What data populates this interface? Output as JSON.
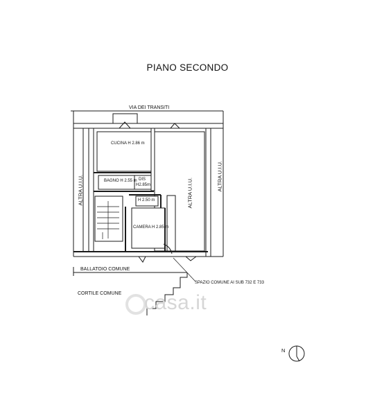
{
  "title": "PIANO SECONDO",
  "labels": {
    "street": "VIA DEI TRANSITI",
    "kitchen": "CUCINA H 2.86 m",
    "bathroom": "BAGNO H 2.55 m",
    "dis": "DIS",
    "dis_height": "H2.85m",
    "small_height": "H 2.50 m",
    "bedroom": "CAMERA H 2.85 m",
    "left_unit": "ALTRA U.I.U.",
    "center_unit": "ALTRA U.I.U.",
    "right_unit": "ALTRA U.I.U.",
    "balcony": "BALLATOIO COMUNE",
    "courtyard": "CORTILE COMUNE",
    "common_space": "SPAZIO COMUNE AI SUB 732 E 733",
    "north": "N"
  },
  "watermark": "casa.it",
  "colors": {
    "wall": "#1a1a1a",
    "line": "#222222",
    "watermark": "#d6d6d6"
  },
  "icons": [
    "stairs-icon",
    "compass-icon"
  ]
}
